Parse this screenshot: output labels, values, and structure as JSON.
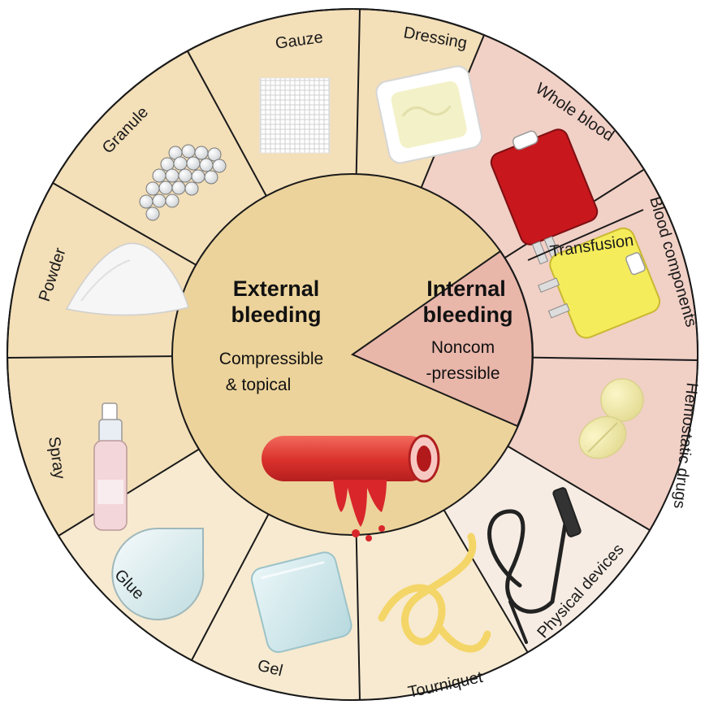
{
  "center": {
    "external": {
      "title_line1": "External",
      "title_line2": "bleeding",
      "sub_line1": "Compressible",
      "sub_line2": "& topical"
    },
    "internal": {
      "title_line1": "Internal",
      "title_line2": "bleeding",
      "sub_line1": "Noncom",
      "sub_line2": "-pressible"
    }
  },
  "segments": {
    "gauze": "Gauze",
    "dressing": "Dressing",
    "whole_blood": "Whole blood",
    "transfusion": "Transfusion",
    "blood_components": "Blood components",
    "hemostatic_drugs": "Hemostatic drugs",
    "physical_devices": "Physical devices",
    "tourniquet": "Tourniquet",
    "gel": "Gel",
    "glue": "Glue",
    "spray": "Spray",
    "powder": "Powder",
    "granule": "Granule"
  },
  "colors": {
    "external_segment": "#f3dfb8",
    "external_segment_light": "#f7ead0",
    "internal_segment": "#f1d0c6",
    "center_external": "#ecd39b",
    "center_internal": "#e9b6aa",
    "physical_devices_segment": "#f6ece3",
    "blood_red": "#d8262b"
  }
}
